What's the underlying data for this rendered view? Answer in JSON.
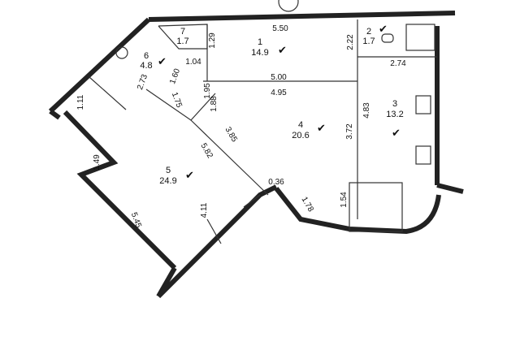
{
  "rooms": [
    {
      "num": "1",
      "area": "14.9"
    },
    {
      "num": "2",
      "area": "1.7"
    },
    {
      "num": "3",
      "area": "13.2"
    },
    {
      "num": "4",
      "area": "20.6"
    },
    {
      "num": "5",
      "area": "24.9"
    },
    {
      "num": "6",
      "area": "4.8"
    },
    {
      "num": "7",
      "area": "1.7"
    }
  ],
  "dimensions": [
    "5.50",
    "1.29",
    "2.22",
    "2.74",
    "1.04",
    "5.00",
    "4.95",
    "1.95",
    "1.88",
    "1.60",
    "2.73",
    "1.75",
    "1.11",
    "1.49",
    "5.45",
    "4.11",
    "5.82",
    "3.85",
    "0.36",
    "1.78",
    "1.54",
    "3.72",
    "4.83"
  ],
  "check_mark": "✔"
}
